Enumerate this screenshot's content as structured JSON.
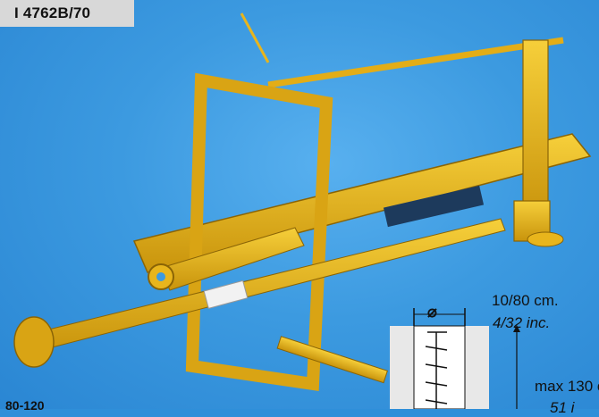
{
  "header": {
    "code": "I 4762B/70"
  },
  "dimensions": {
    "diameter_symbol": "⌀",
    "range_metric": "10/80 cm.",
    "range_inch": "4/32 inc.",
    "depth_metric": "max 130 c",
    "depth_inch": "51 i"
  },
  "footer": {
    "model_code": "80-120"
  },
  "colors": {
    "background": "#3c9ae0",
    "machine": "#e8b51c",
    "label_bg": "#d8d8d8"
  }
}
